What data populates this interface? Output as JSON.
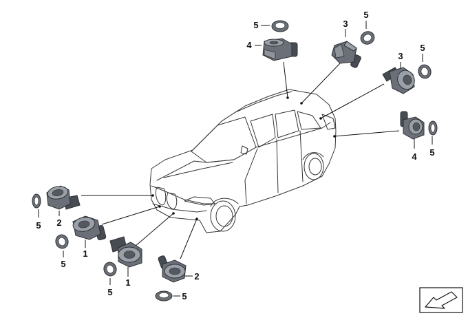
{
  "callouts": [
    {
      "id": "c1",
      "text": "5"
    },
    {
      "id": "c2",
      "text": "4"
    },
    {
      "id": "c3",
      "text": "3"
    },
    {
      "id": "c4",
      "text": "5"
    },
    {
      "id": "c5",
      "text": "3"
    },
    {
      "id": "c6",
      "text": "5"
    },
    {
      "id": "c7",
      "text": "4"
    },
    {
      "id": "c8",
      "text": "5"
    },
    {
      "id": "c9",
      "text": "5"
    },
    {
      "id": "c10",
      "text": "2"
    },
    {
      "id": "c11",
      "text": "1"
    },
    {
      "id": "c12",
      "text": "5"
    },
    {
      "id": "c13",
      "text": "1"
    },
    {
      "id": "c14",
      "text": "5"
    },
    {
      "id": "c15",
      "text": "2"
    },
    {
      "id": "c16",
      "text": "5"
    }
  ],
  "icons": {
    "car": "suv-outline-icon",
    "sensor": "parking-sensor-icon",
    "ring": "decoupling-ring-icon",
    "nav": "arrow-down-left-icon"
  }
}
